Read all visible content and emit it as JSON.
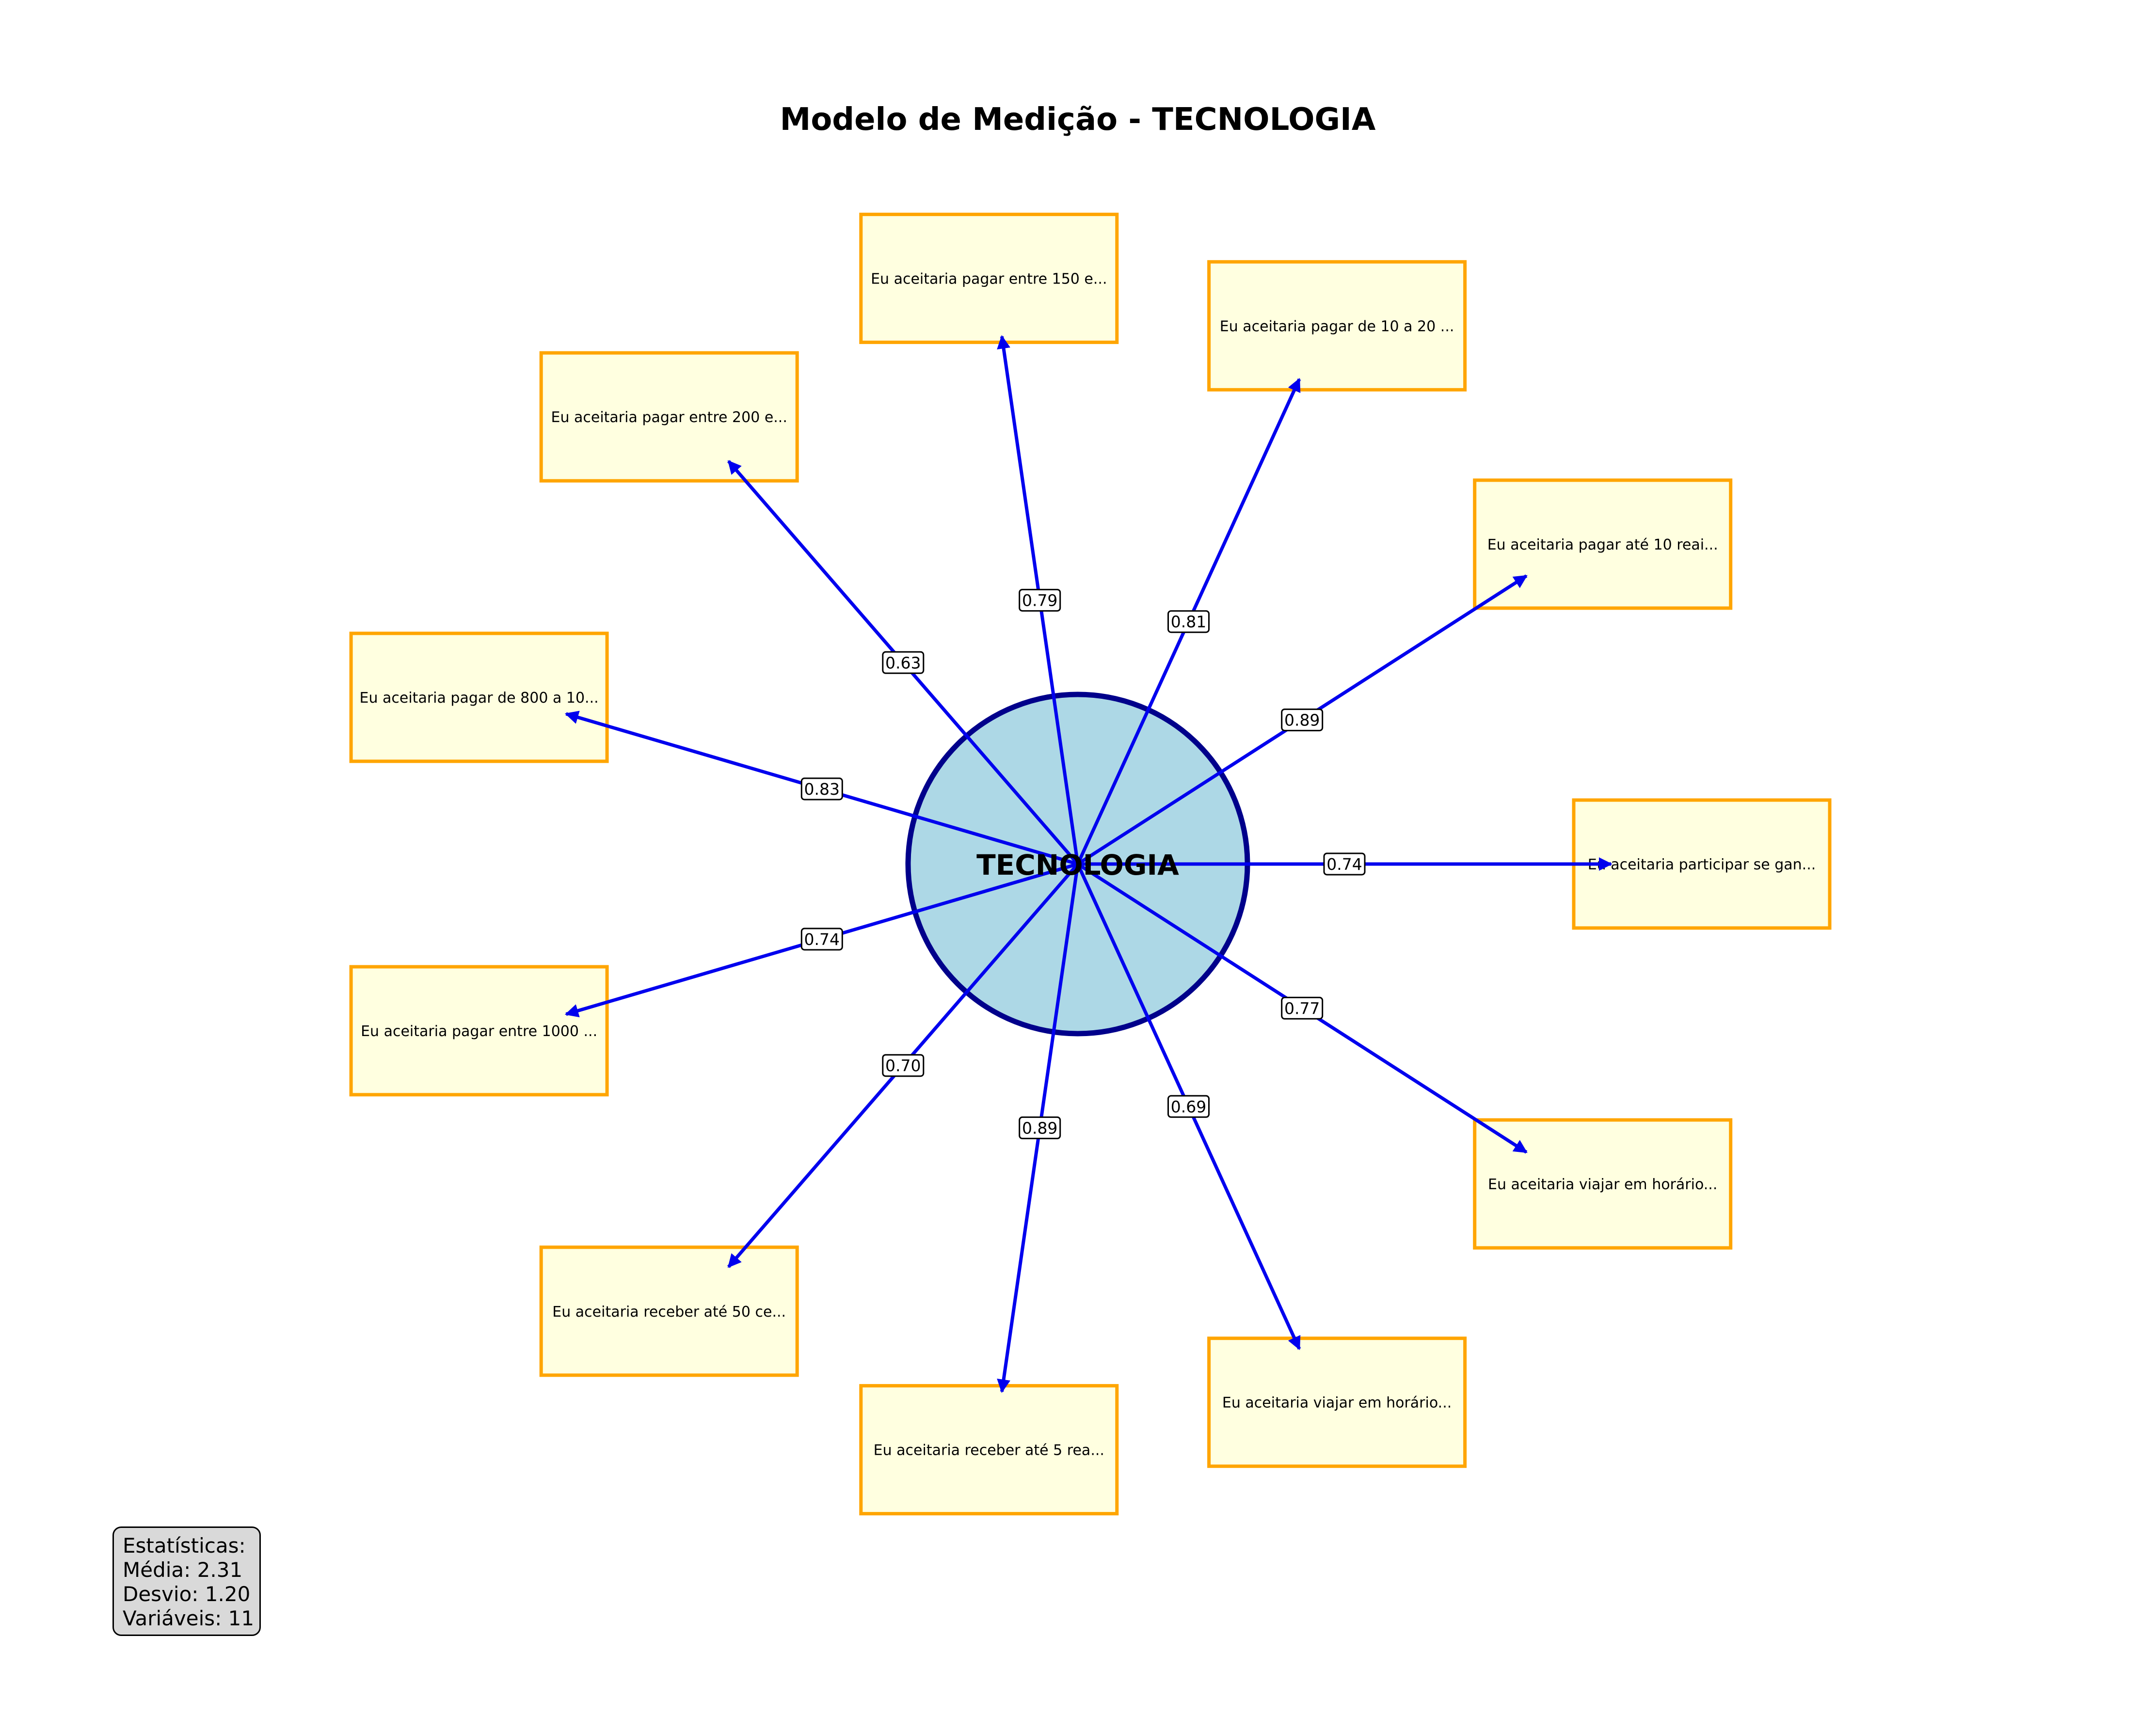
{
  "title": "Modelo de Medição - TECNOLOGIA",
  "construct": "TECNOLOGIA",
  "colors": {
    "construct_fill": "#ADD8E6",
    "construct_stroke": "#00008B",
    "item_fill": "#FFFFE0",
    "item_stroke": "#FFA500",
    "arrow": "#0000EE"
  },
  "indicators": [
    {
      "label": "Eu aceitaria participar se gan...",
      "loading": "0.74"
    },
    {
      "label": "Eu aceitaria pagar até 10 reai...",
      "loading": "0.89"
    },
    {
      "label": "Eu aceitaria pagar de 10 a 20 ...",
      "loading": "0.81"
    },
    {
      "label": "Eu aceitaria pagar entre 150 e...",
      "loading": "0.79"
    },
    {
      "label": "Eu aceitaria pagar entre 200 e...",
      "loading": "0.63"
    },
    {
      "label": "Eu aceitaria pagar de 800 a 10...",
      "loading": "0.83"
    },
    {
      "label": "Eu aceitaria pagar entre 1000 ...",
      "loading": "0.74"
    },
    {
      "label": "Eu aceitaria receber até 50 ce...",
      "loading": "0.70"
    },
    {
      "label": "Eu aceitaria receber até 5 rea...",
      "loading": "0.89"
    },
    {
      "label": "Eu aceitaria viajar em horário...",
      "loading": "0.69"
    },
    {
      "label": "Eu aceitaria viajar em horário...",
      "loading": "0.77"
    }
  ],
  "stats": {
    "heading": "Estatísticas:",
    "mean": "Média: 2.31",
    "sd": "Desvio: 1.20",
    "count": "Variáveis: 11"
  }
}
